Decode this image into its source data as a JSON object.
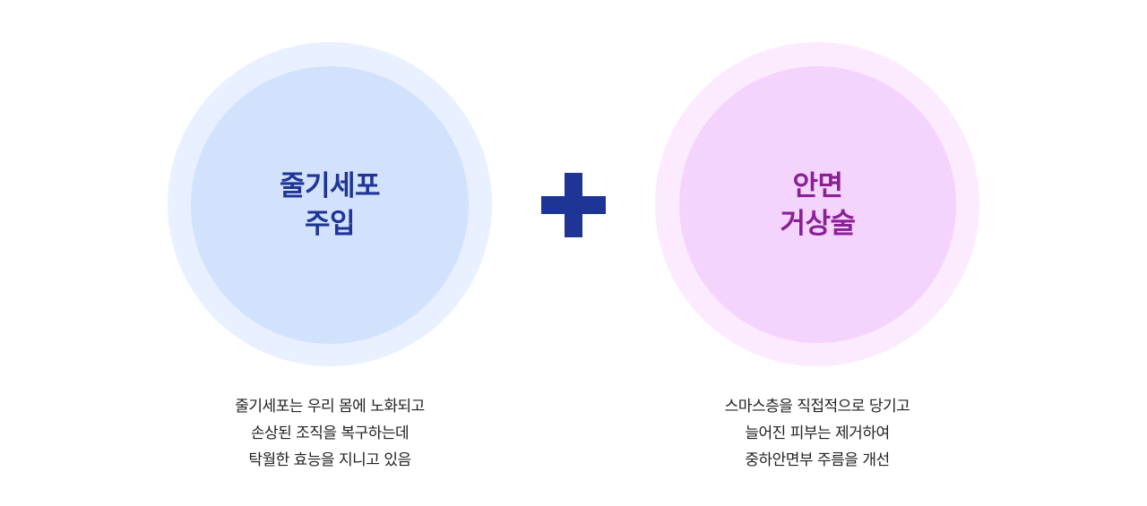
{
  "left_card": {
    "title_lines": [
      "줄기세포",
      "주입"
    ],
    "description_lines": [
      "줄기세포는 우리 몸에 노화되고",
      "손상된 조직을 복구하는데",
      "탁월한 효능을 지니고 있음"
    ],
    "title_color": "#1f3596",
    "circle_color": "#d2e2fd"
  },
  "right_card": {
    "title_lines": [
      "안면",
      "거상술"
    ],
    "description_lines": [
      "스마스층을 직접적으로 당기고",
      "늘어진 피부는 제거하여",
      "중하안면부 주름을 개선"
    ],
    "title_color": "#8a1f96",
    "circle_color": "#f4d4fd"
  },
  "connector": {
    "icon": "plus-icon",
    "color": "#1f3596"
  }
}
